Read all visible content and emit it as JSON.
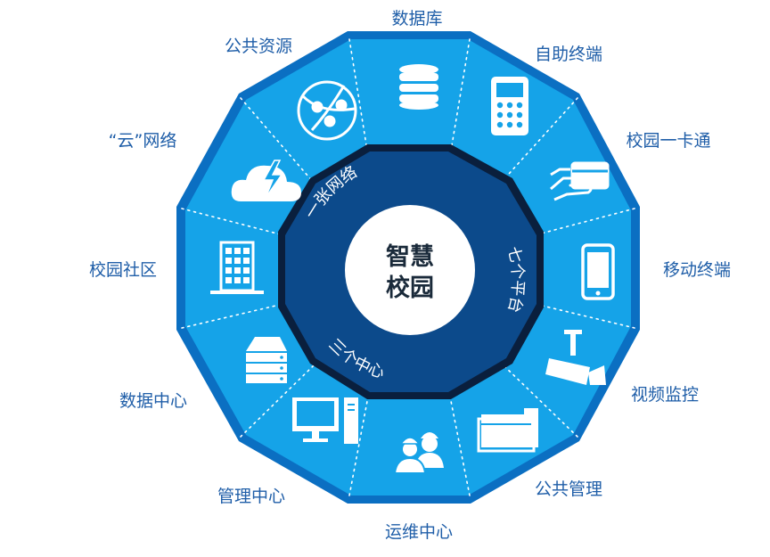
{
  "diagram": {
    "center": {
      "line1": "智慧",
      "line2": "校园"
    },
    "inner_ring": [
      "一张网络",
      "七个平台",
      "三个中心"
    ],
    "segments": [
      {
        "label": "数据库",
        "icon": "database-icon"
      },
      {
        "label": "自助终端",
        "icon": "calculator-icon"
      },
      {
        "label": "校园一卡通",
        "icon": "campus-card-icon"
      },
      {
        "label": "移动终端",
        "icon": "smartphone-icon"
      },
      {
        "label": "视频监控",
        "icon": "surveillance-camera-icon"
      },
      {
        "label": "公共管理",
        "icon": "folder-icon"
      },
      {
        "label": "运维中心",
        "icon": "engineers-icon"
      },
      {
        "label": "管理中心",
        "icon": "computer-icon"
      },
      {
        "label": "数据中心",
        "icon": "server-icon"
      },
      {
        "label": "校园社区",
        "icon": "building-icon"
      },
      {
        "label": "“云”网络",
        "icon": "cloud-icon"
      },
      {
        "label": "公共资源",
        "icon": "network-globe-icon"
      }
    ],
    "colors": {
      "outer_border": "#0b6fc2",
      "segment_fill": "#15a3e8",
      "inner_fill": "#0c4a8b",
      "inner_border": "#0a1f3d",
      "center_fill": "#ffffff",
      "label_text": "#1f5ea8"
    }
  }
}
